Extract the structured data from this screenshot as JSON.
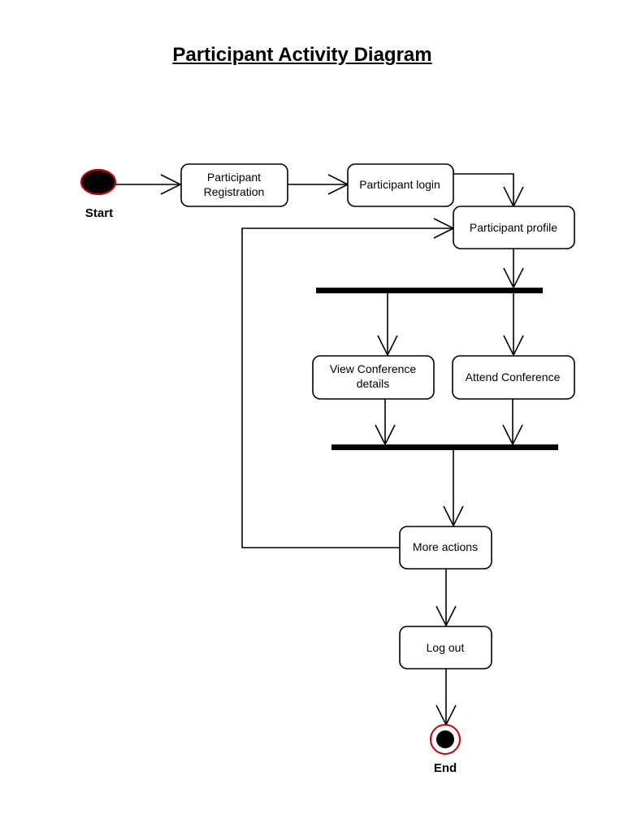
{
  "title": "Participant Activity Diagram",
  "start_label": "Start",
  "end_label": "End",
  "colors": {
    "node_outline": "#cc0000",
    "node_fill": "#000000",
    "line": "#000000"
  },
  "nodes": {
    "registration": [
      "Participant",
      "Registration"
    ],
    "login": [
      "Participant login"
    ],
    "profile": [
      "Participant profile"
    ],
    "view_conference": [
      "View Conference",
      "details"
    ],
    "attend_conference": [
      "Attend Conference"
    ],
    "more_actions": [
      "More actions"
    ],
    "log_out": [
      "Log out"
    ]
  }
}
